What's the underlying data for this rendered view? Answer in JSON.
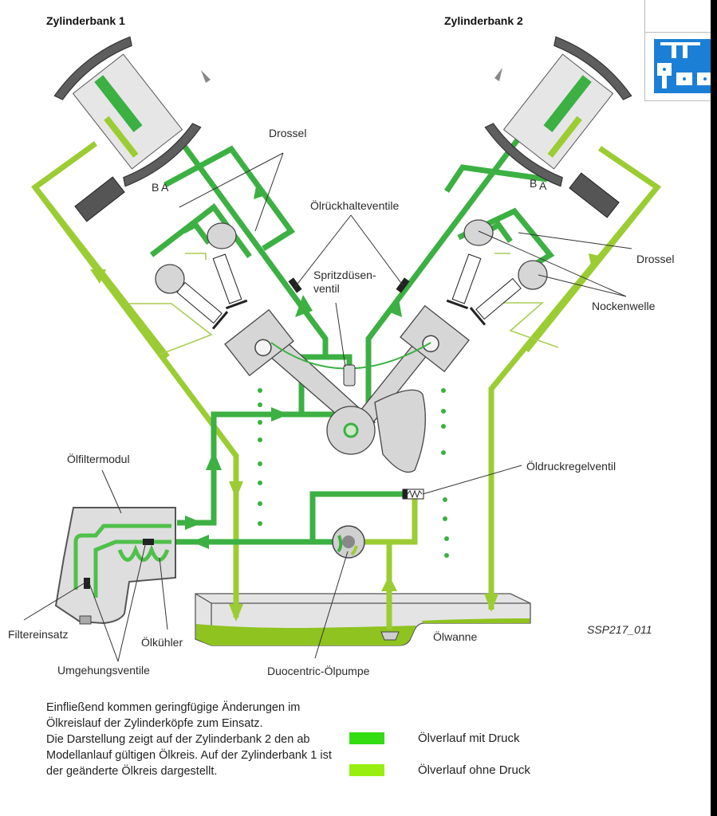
{
  "diagram": {
    "figure_id": "SSP217_011",
    "titles": {
      "bank1": "Zylinderbank 1",
      "bank2": "Zylinderbank 2"
    },
    "labels": {
      "drossel_left": "Drossel",
      "oelrueckhalteventile": "Ölrückhalteventile",
      "spritzduesenventil_line1": "Spritzdüsen-",
      "spritzduesenventil_line2": "ventil",
      "drossel_right": "Drossel",
      "nockenwelle": "Nockenwelle",
      "oeldruckregelventil": "Öldruckregelventil",
      "oelfiltermodul": "Ölfiltermodul",
      "filtereinsatz": "Filtereinsatz",
      "oelkuehler": "Ölkühler",
      "umgehungsventile": "Umgehungsventile",
      "duocentric_oelpumpe": "Duocentric-Ölpumpe",
      "oelwanne": "Ölwanne",
      "valve_port_a": "A",
      "valve_port_b": "B"
    },
    "colors": {
      "with_pressure": "#3cb043",
      "without_pressure": "#9ccc33",
      "component_gray": "#d6d6d6",
      "topic_icon_blue": "#1b7fd6"
    }
  },
  "description": {
    "paragraphs": [
      "Einfließend kommen geringfügige Änderungen im Ölkreislauf der Zylinderköpfe zum Einsatz.",
      "Die Darstellung zeigt auf der Zylinderbank 2 den ab Modellanlauf gültigen Ölkreis. Auf der Zylinderbank 1 ist der geänderte Ölkreis dargestellt."
    ]
  },
  "legend": {
    "items": [
      {
        "label": "Ölverlauf mit Druck",
        "color": "#33dd11"
      },
      {
        "label": "Ölverlauf ohne Druck",
        "color": "#99ee11"
      }
    ]
  },
  "topic_icon": {
    "name": "engine-pistons-icon"
  }
}
